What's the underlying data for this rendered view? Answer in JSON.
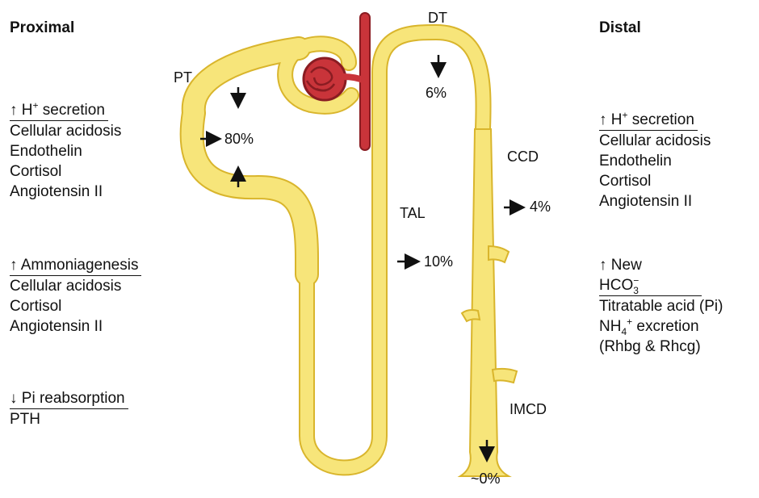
{
  "headers": {
    "proximal": "Proximal",
    "distal": "Distal"
  },
  "left": {
    "b1": {
      "head_sym": "↑",
      "head_text": "H",
      "head_sup": "+",
      "head_tail": " secretion",
      "items": [
        "Cellular acidosis",
        "Endothelin",
        "Cortisol",
        "Angiotensin II"
      ]
    },
    "b2": {
      "head_sym": "↑",
      "head_text": "Ammoniagenesis",
      "items": [
        "Cellular acidosis",
        "Cortisol",
        "Angiotensin II"
      ]
    },
    "b3": {
      "head_sym": "↓",
      "head_text": "Pi reabsorption",
      "items": [
        "PTH"
      ]
    }
  },
  "right": {
    "b1": {
      "head_sym": "↑",
      "head_text": "H",
      "head_sup": "+",
      "head_tail": " secretion",
      "items": [
        "Cellular acidosis",
        "Endothelin",
        "Cortisol",
        "Angiotensin II"
      ]
    },
    "b2": {
      "head_sym": "↑",
      "head_text": "New HCO",
      "head_sub": "3",
      "head_sup": "−",
      "items": [
        "Titratable acid (Pi)"
      ],
      "nh4_pre": "NH",
      "nh4_sub": "4",
      "nh4_sup": "+",
      "nh4_post": " excretion",
      "last": "(Rhbg & Rhcg)"
    }
  },
  "segments": {
    "pt": "PT",
    "dt": "DT",
    "ccd": "CCD",
    "tal": "TAL",
    "imcd": "IMCD"
  },
  "percents": {
    "pt": "80%",
    "dt": "6%",
    "ccd": "4%",
    "tal": "10%",
    "imcd": "~0%"
  },
  "colors": {
    "tubule": "#f7e57a",
    "tubule_edge": "#d9b52c",
    "vessel": "#c9343a",
    "vessel_edge": "#8a1c22"
  }
}
